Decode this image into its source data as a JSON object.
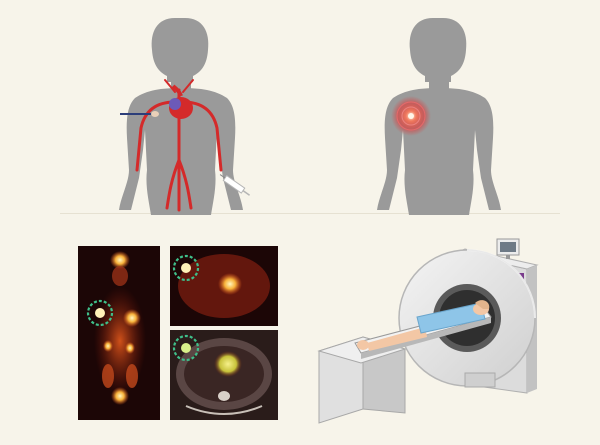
{
  "colors": {
    "background": "#f7f4ea",
    "silhouette": "#9a9a9a",
    "artery": "#d42a2a",
    "vein_line": "#2c3e7a",
    "tumor_glow": "#e03535",
    "pet_background": "#1c0606",
    "pet_uptake": "#e45a1c",
    "pet_hot": "#fff6c0",
    "highlight_ring": "#3fbf8a",
    "scanner_body": "#e9e9e9",
    "scanner_accent": "#7a3c8c",
    "patient_gown": "#8ec5e8",
    "patient_skin": "#f3c7a5"
  },
  "panels": [
    {
      "id": "injection",
      "depicts": [
        "female-silhouette",
        "heart-icon",
        "arteries",
        "needle-line",
        "syringe-icon"
      ]
    },
    {
      "id": "tumor-uptake",
      "depicts": [
        "female-silhouette",
        "breast-tumor-glow"
      ]
    },
    {
      "id": "pet-images",
      "depicts": [
        "pet-coronal-scan",
        "pet-axial-scan",
        "pet-ct-axial-scan",
        "highlight-rings"
      ]
    },
    {
      "id": "scanner",
      "depicts": [
        "pet-scanner-gantry",
        "scanner-monitor-icon",
        "patient-bed",
        "patient"
      ]
    }
  ]
}
